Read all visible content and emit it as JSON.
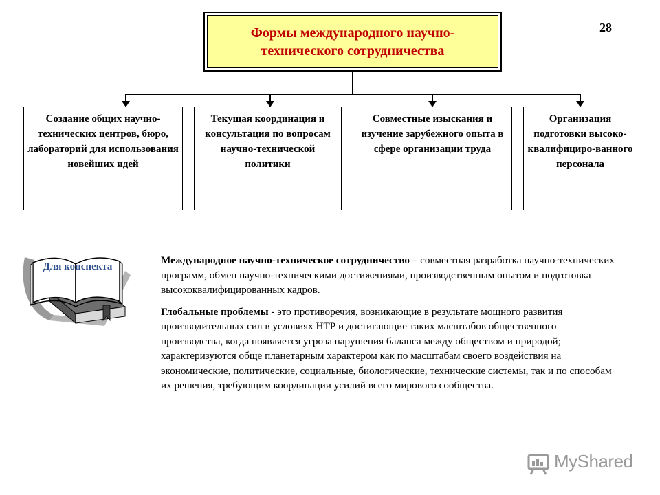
{
  "slide": {
    "number": "28"
  },
  "diagram": {
    "title": "Формы международного научно-технического сотрудничества",
    "boxes": [
      {
        "label": "Создание общих научно-технических центров, бюро, лабораторий для использования новейших идей"
      },
      {
        "label": "Текущая координация и консультация по вопросам научно-технической политики"
      },
      {
        "label": "Совместные изыскания и изучение зарубежного опыта в сфере организации труда"
      },
      {
        "label": "Организация подготовки высоко-квалифициро-ванного персонала"
      }
    ]
  },
  "note_badge": {
    "label": "Для конспекта",
    "icon": "book-icon"
  },
  "definitions": [
    {
      "term": "Международное научно-техническое сотрудничество",
      "separator": " – ",
      "text": "совместная разработка научно-технических программ, обмен научно-техническими достижениями, производственным опытом и подготовка высококвалифицированных кадров."
    },
    {
      "term": "Глобальные проблемы",
      "separator": "  - ",
      "text": "это противоречия, возникающие в результате мощного развития производительных сил в условиях НТР и достигающие таких масштабов общественного производства, когда появляется угроза нарушения баланса между обществом и природой; характеризуются обще планетарным характером как по масштабам своего воздействия на экономические, политические, социальные, биологические, технические системы, так и по способам их решения, требующим координации усилий всего мирового сообщества."
    }
  ],
  "watermark": {
    "text": "MyShared",
    "icon": "presentation-board-icon"
  },
  "colors": {
    "title_text": "#c00000",
    "title_fill": "#ffff99",
    "badge_text": "#2e4f8f",
    "watermark": "#9a9a9a"
  }
}
